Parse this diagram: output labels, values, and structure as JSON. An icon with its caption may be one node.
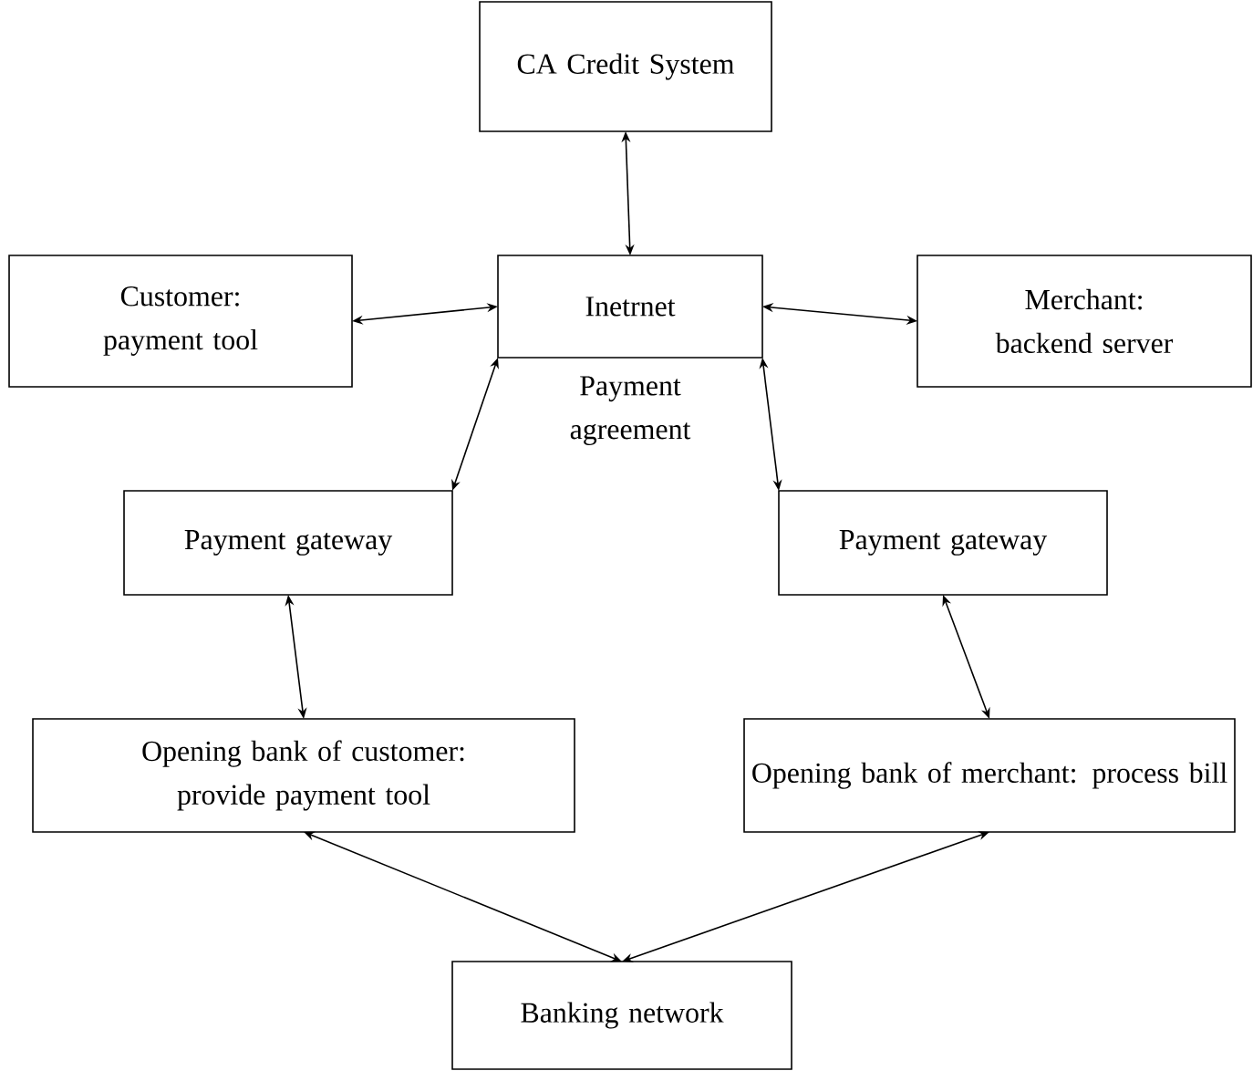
{
  "diagram": {
    "nodes": [
      {
        "text": [
          "CA Credit System"
        ]
      },
      {
        "text": [
          "Customer: payment tool"
        ]
      },
      {
        "text": [
          "Inetrnet"
        ],
        "beside": [
          "Payment agreement"
        ]
      },
      {
        "text": [
          "Merchant: backend server"
        ]
      },
      {
        "text": [
          "Payment gateway"
        ]
      },
      {
        "text": [
          "Payment gateway"
        ]
      },
      {
        "text": [
          "Opening bank of customer: provide payment tool"
        ]
      },
      {
        "text": [
          "Opening bank of merchant: process bill"
        ]
      },
      {
        "text": [
          "Banking network"
        ]
      }
    ],
    "edges": [
      {
        "from": 0,
        "to": 2,
        "arrow": "both"
      },
      {
        "from": 1,
        "to": 2,
        "arrow": "both"
      },
      {
        "from": 2,
        "to": 3,
        "arrow": "both"
      },
      {
        "from": 2,
        "to": 4,
        "arrow": "both"
      },
      {
        "from": 2,
        "to": 5,
        "arrow": "both"
      },
      {
        "from": 4,
        "to": 6,
        "arrow": "both"
      },
      {
        "from": 5,
        "to": 7,
        "arrow": "both"
      },
      {
        "from": 6,
        "to": 8,
        "arrow": "both"
      },
      {
        "from": 7,
        "to": 8,
        "arrow": "both"
      }
    ]
  }
}
